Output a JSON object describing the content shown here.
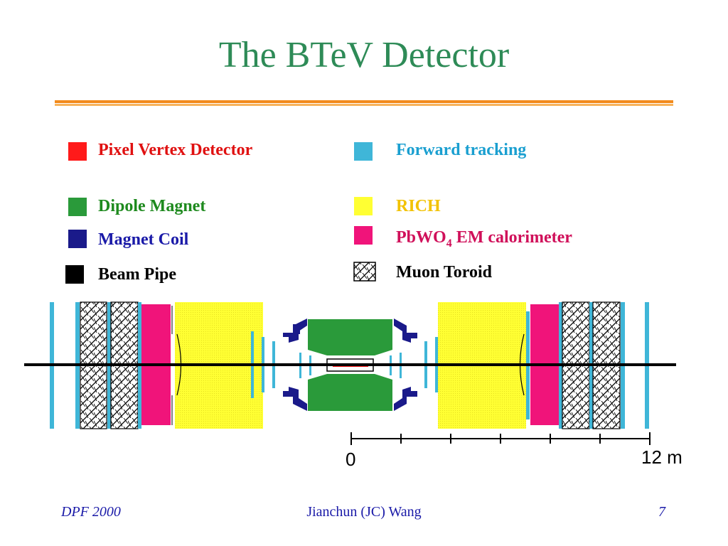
{
  "slide": {
    "title": "The BTeV Detector"
  },
  "legend": [
    {
      "id": "pixel",
      "label": "Pixel Vertex Detector",
      "color": "#ff1a1a",
      "text_color": "#e01010"
    },
    {
      "id": "forward",
      "label": "Forward tracking",
      "color": "#3fb6d8",
      "text_color": "#1a9fd0"
    },
    {
      "id": "dipole",
      "label": "Dipole Magnet",
      "color": "#2a9a3a",
      "text_color": "#1e8a1e"
    },
    {
      "id": "rich",
      "label": "RICH",
      "color": "#ffff33",
      "text_color": "#f2c200"
    },
    {
      "id": "coil",
      "label": "Magnet Coil",
      "color": "#1a1a8a",
      "text_color": "#1a1aa8"
    },
    {
      "id": "ecal",
      "label_main": "PbWO",
      "label_sub": "4",
      "label_rest": " EM calorimeter",
      "color": "#f0147a",
      "text_color": "#d0105a"
    },
    {
      "id": "beampipe",
      "label": "Beam Pipe",
      "color": "#000000",
      "text_color": "#000000"
    },
    {
      "id": "toroid",
      "label": "Muon Toroid",
      "color": "#ffffff",
      "text_color": "#000000"
    }
  ],
  "scale": {
    "start_label": "0",
    "end_label": "12 m"
  },
  "footer": {
    "left": "DPF 2000",
    "center": "Jianchun (JC) Wang",
    "right": "7"
  },
  "colors": {
    "title": "#2e8b57",
    "rule": "#f28a1c",
    "footer": "#1a1aa8"
  }
}
